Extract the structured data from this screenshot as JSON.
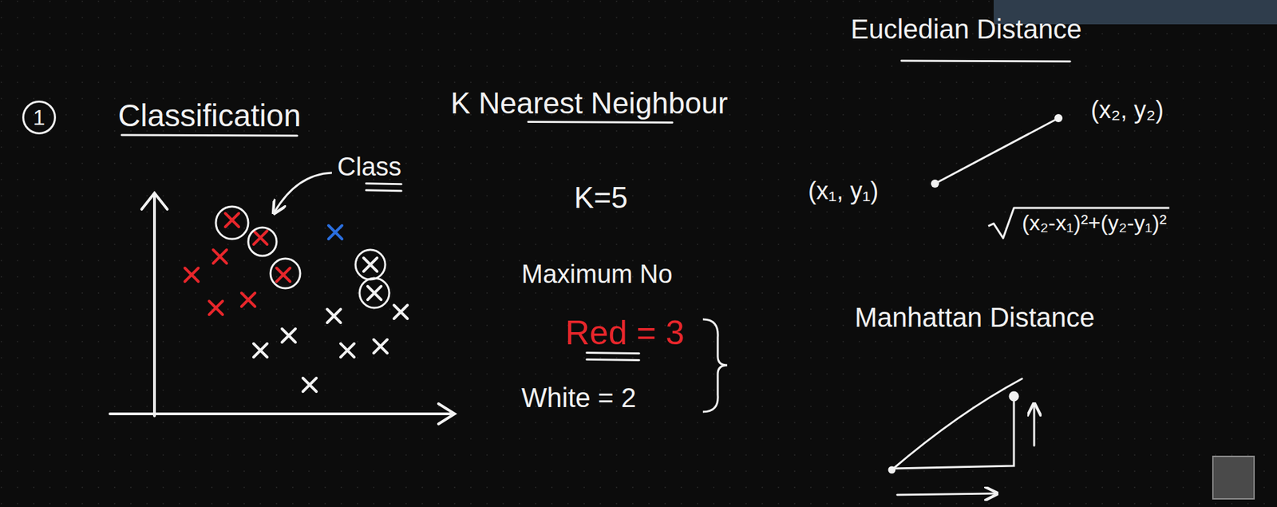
{
  "diagram": {
    "nodes": [
      {
        "text": [
          "1"
        ]
      }
    ],
    "labels": [
      "Classification",
      "Class",
      "K Nearest Neighbour",
      "K=5",
      "Maximum No",
      "Red = 3",
      "White = 2",
      "Eucledian Distance",
      "(x₂, y₂)",
      "(x₁, y₁)",
      "(x₂-x₁)²+(y₂-y₁)²",
      "Manhattan Distance"
    ]
  }
}
